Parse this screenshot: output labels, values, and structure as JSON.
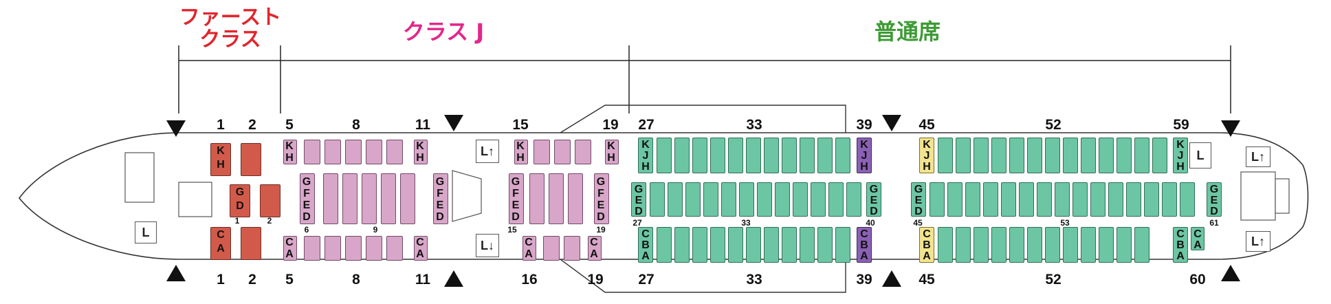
{
  "classes": {
    "first": {
      "line1": "ファースト",
      "line2": "クラス",
      "color": "#e0262c"
    },
    "classj": {
      "label": "クラス J",
      "color": "#e2278b"
    },
    "economy": {
      "label": "普通席",
      "color": "#3e9b35"
    }
  },
  "top_row_numbers": [
    "1",
    "2",
    "5",
    "8",
    "11",
    "15",
    "19",
    "27",
    "33",
    "39",
    "45",
    "52",
    "59"
  ],
  "bottom_row_numbers": [
    "1",
    "2",
    "5",
    "8",
    "11",
    "16",
    "19",
    "27",
    "33",
    "39",
    "45",
    "52",
    "60"
  ],
  "small_row_numbers": [
    "1",
    "2",
    "6",
    "9",
    "15",
    "19",
    "27",
    "33",
    "40",
    "45",
    "53",
    "61"
  ],
  "seat_letters": {
    "first_top": [
      "K",
      "H"
    ],
    "first_mid": [
      "G",
      "D"
    ],
    "first_bottom": [
      "C",
      "A"
    ],
    "j_top": [
      "K",
      "H"
    ],
    "j_mid": [
      "G",
      "F",
      "E",
      "D"
    ],
    "j_bottom": [
      "C",
      "A"
    ],
    "y_top": [
      "K",
      "J",
      "H"
    ],
    "y_mid": [
      "G",
      "E",
      "D"
    ],
    "y_bottom": [
      "C",
      "B",
      "A"
    ],
    "y_last_bottom": [
      "C",
      "A"
    ]
  },
  "lavatory": {
    "label": "L",
    "up_label": "L↑",
    "down_label": "L↓"
  },
  "colors": {
    "first": "#d25a4a",
    "classj": "#d8a6c8",
    "economy": "#6cc6a3",
    "special_purple": "#8a61b4",
    "special_yellow": "#f2e48e"
  }
}
